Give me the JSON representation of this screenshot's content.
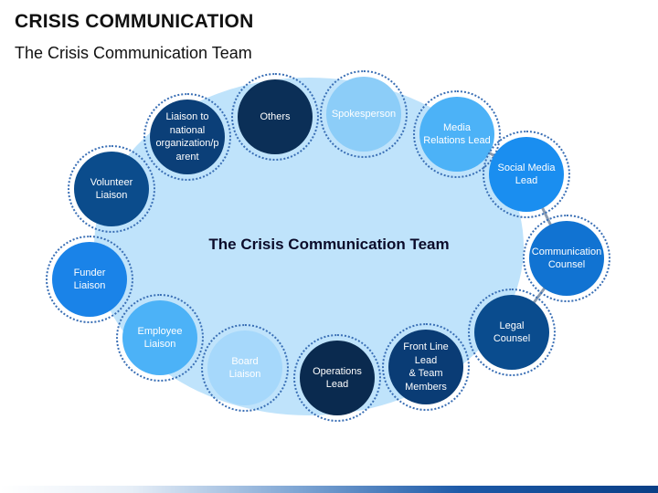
{
  "title": "CRISIS COMMUNICATION",
  "subtitle": "The Crisis Communication Team",
  "center_label": "The Crisis Communication Team",
  "colors": {
    "ellipse": "#bfe3fb",
    "navy": "#0b2f57",
    "dark_blue": "#0a4a8a",
    "mid_blue": "#1274d4",
    "bright_blue": "#1e90ee",
    "light_blue": "#6fc0f8",
    "pale_blue": "#a6d8fb"
  },
  "nodes": [
    {
      "label": "Others",
      "color": "#0b2f57"
    },
    {
      "label": "Spokesperson",
      "color": "#8ccdf8"
    },
    {
      "label": "Media\nRelations Lead",
      "color": "#4cb2f7"
    },
    {
      "label": "Social Media\nLead",
      "color": "#1a8ef0"
    },
    {
      "label": "Communication\nCounsel",
      "color": "#1173d2"
    },
    {
      "label": "Legal\nCounsel",
      "color": "#0a4c8e"
    },
    {
      "label": "Front Line Lead\n& Team\nMembers",
      "color": "#0a3c75"
    },
    {
      "label": "Operations\nLead",
      "color": "#0a2a4f"
    },
    {
      "label": "Board\nLiaison",
      "color": "#a6d8fb"
    },
    {
      "label": "Employee\nLiaison",
      "color": "#4cb2f7"
    },
    {
      "label": "Funder\nLiaison",
      "color": "#1a83e8"
    },
    {
      "label": "Volunteer\nLiaison",
      "color": "#0b4c8c"
    },
    {
      "label": "Liaison to\nnational\norganization/p\narent",
      "color": "#0b3f78"
    }
  ]
}
